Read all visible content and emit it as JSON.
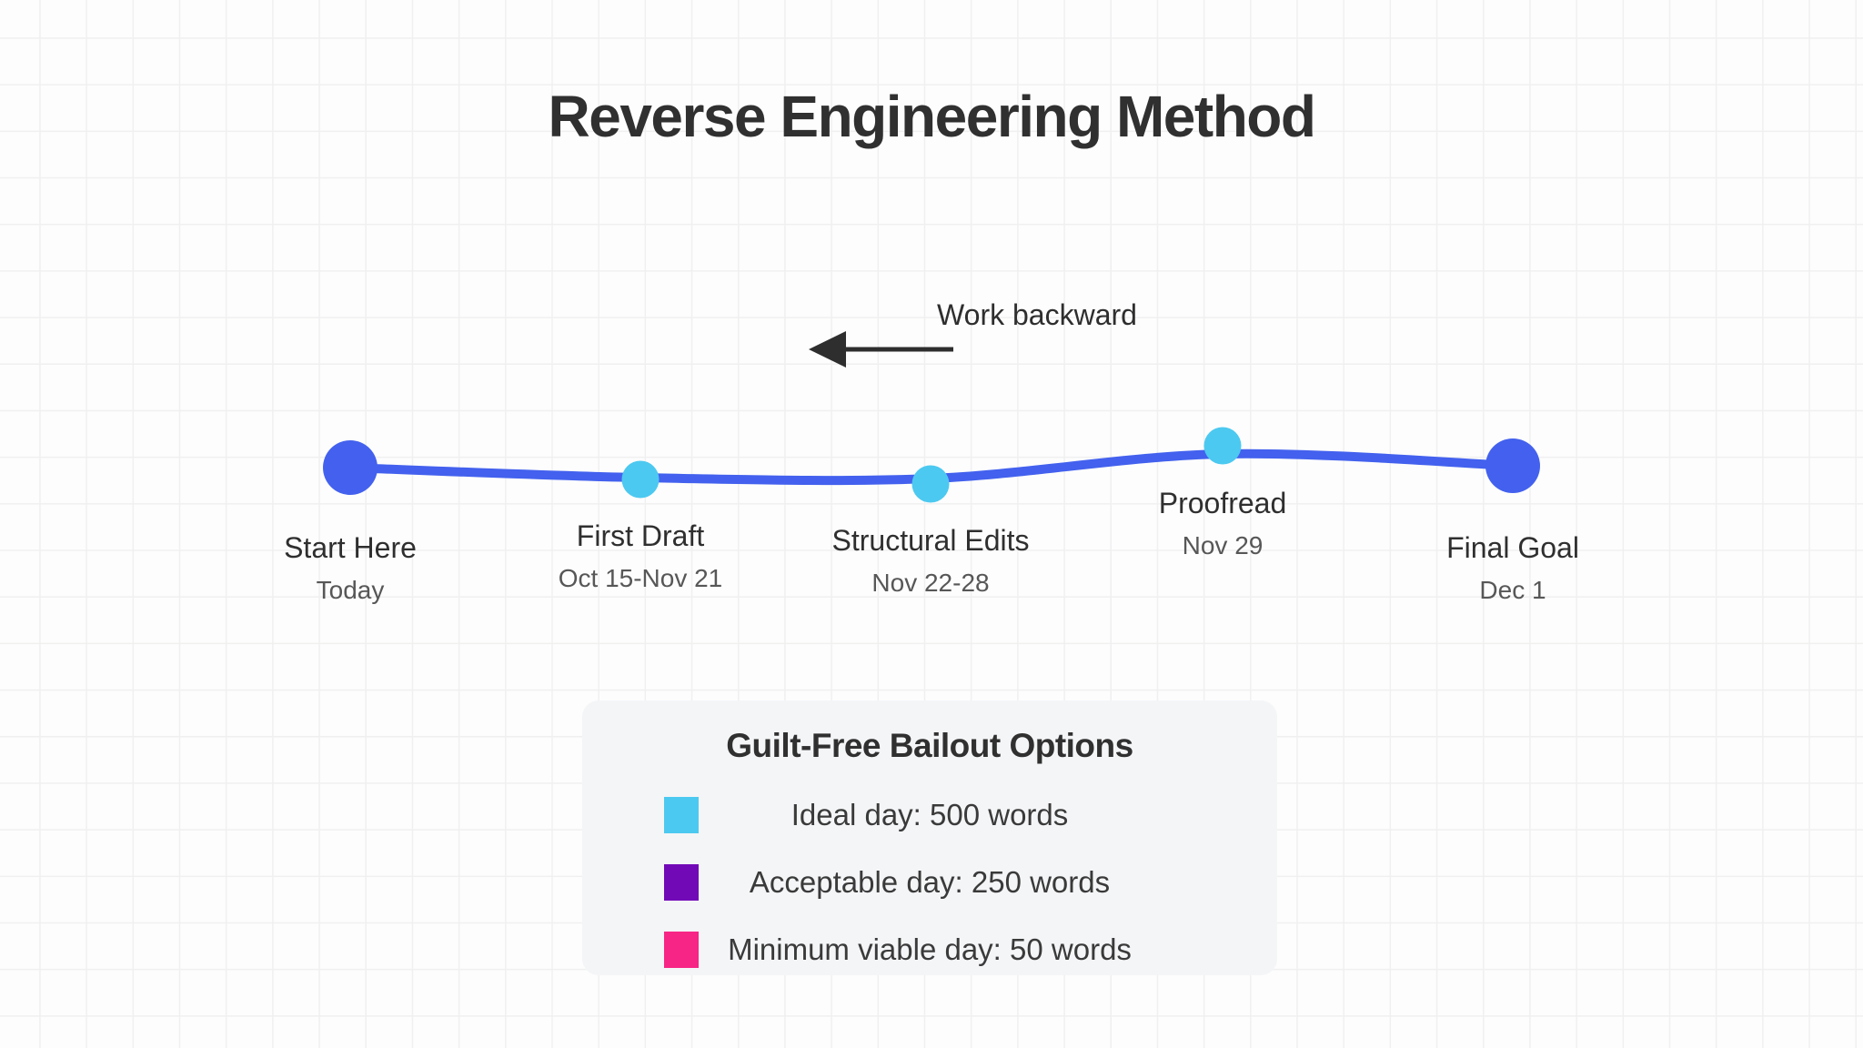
{
  "title": "Reverse Engineering Method",
  "annotation": {
    "label": "Work backward"
  },
  "timeline": {
    "milestones": [
      {
        "name": "Start Here",
        "date": "Today",
        "type": "endpoint"
      },
      {
        "name": "First Draft",
        "date": "Oct 15-Nov 21",
        "type": "intermediate"
      },
      {
        "name": "Structural Edits",
        "date": "Nov 22-28",
        "type": "intermediate"
      },
      {
        "name": "Proofread",
        "date": "Nov 29",
        "type": "intermediate"
      },
      {
        "name": "Final Goal",
        "date": "Dec 1",
        "type": "endpoint"
      }
    ]
  },
  "legend": {
    "title": "Guilt-Free Bailout Options",
    "items": [
      {
        "label": "Ideal day: 500 words",
        "color": "#4cc9f0"
      },
      {
        "label": "Acceptable day: 250 words",
        "color": "#7209b7"
      },
      {
        "label": "Minimum viable day: 50 words",
        "color": "#f72585"
      }
    ]
  },
  "colors": {
    "line": "#4361ee",
    "endpoint_dot": "#4361ee",
    "milestone_dot": "#4cc9f0",
    "arrow": "#2e2e2e",
    "legend_bg": "#f4f5f7"
  }
}
